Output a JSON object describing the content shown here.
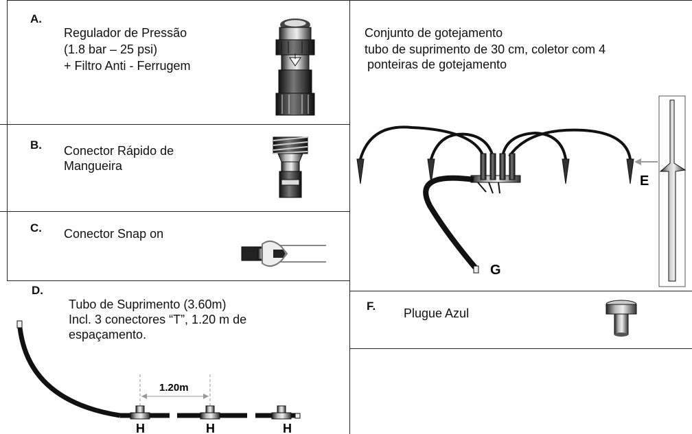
{
  "A": {
    "letter": "A.",
    "line1": "Regulador de Pressão",
    "line2": "(1.8 bar – 25 psi)",
    "line3": "+ Filtro Anti - Ferrugem"
  },
  "B": {
    "letter": "B.",
    "line1": "Conector Rápido de",
    "line2": "Mangueira"
  },
  "C": {
    "letter": "C.",
    "line1": "Conector Snap on"
  },
  "D": {
    "letter": "D.",
    "line1": "Tubo de Suprimento (3.60m)",
    "line2": "Incl. 3 conectores “T”, 1.20 m de",
    "line3": "espaçamento.",
    "spacing_label": "1.20m",
    "tee_label": "H"
  },
  "drip": {
    "line1": "Conjunto de gotejamento",
    "line2": "tubo de suprimento de 30 cm, coletor com 4",
    "line3": "ponteiras de gotejamento",
    "label_e": "E",
    "label_g": "G"
  },
  "F": {
    "letter": "F.",
    "line1": "Plugue Azul"
  }
}
